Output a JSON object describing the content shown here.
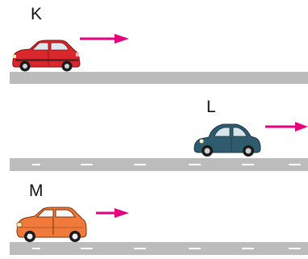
{
  "cars": [
    {
      "label": "K",
      "body_color": "#d9272e",
      "arrow_color": "#e6007e",
      "direction": "right"
    },
    {
      "label": "L",
      "body_color": "#2f5b6e",
      "arrow_color": "#e6007e",
      "direction": "right"
    },
    {
      "label": "M",
      "body_color": "#f07a3c",
      "arrow_color": "#e6007e",
      "direction": "right"
    }
  ],
  "road_color": "#bcbcbc",
  "lane_mark_color": "#ffffff"
}
